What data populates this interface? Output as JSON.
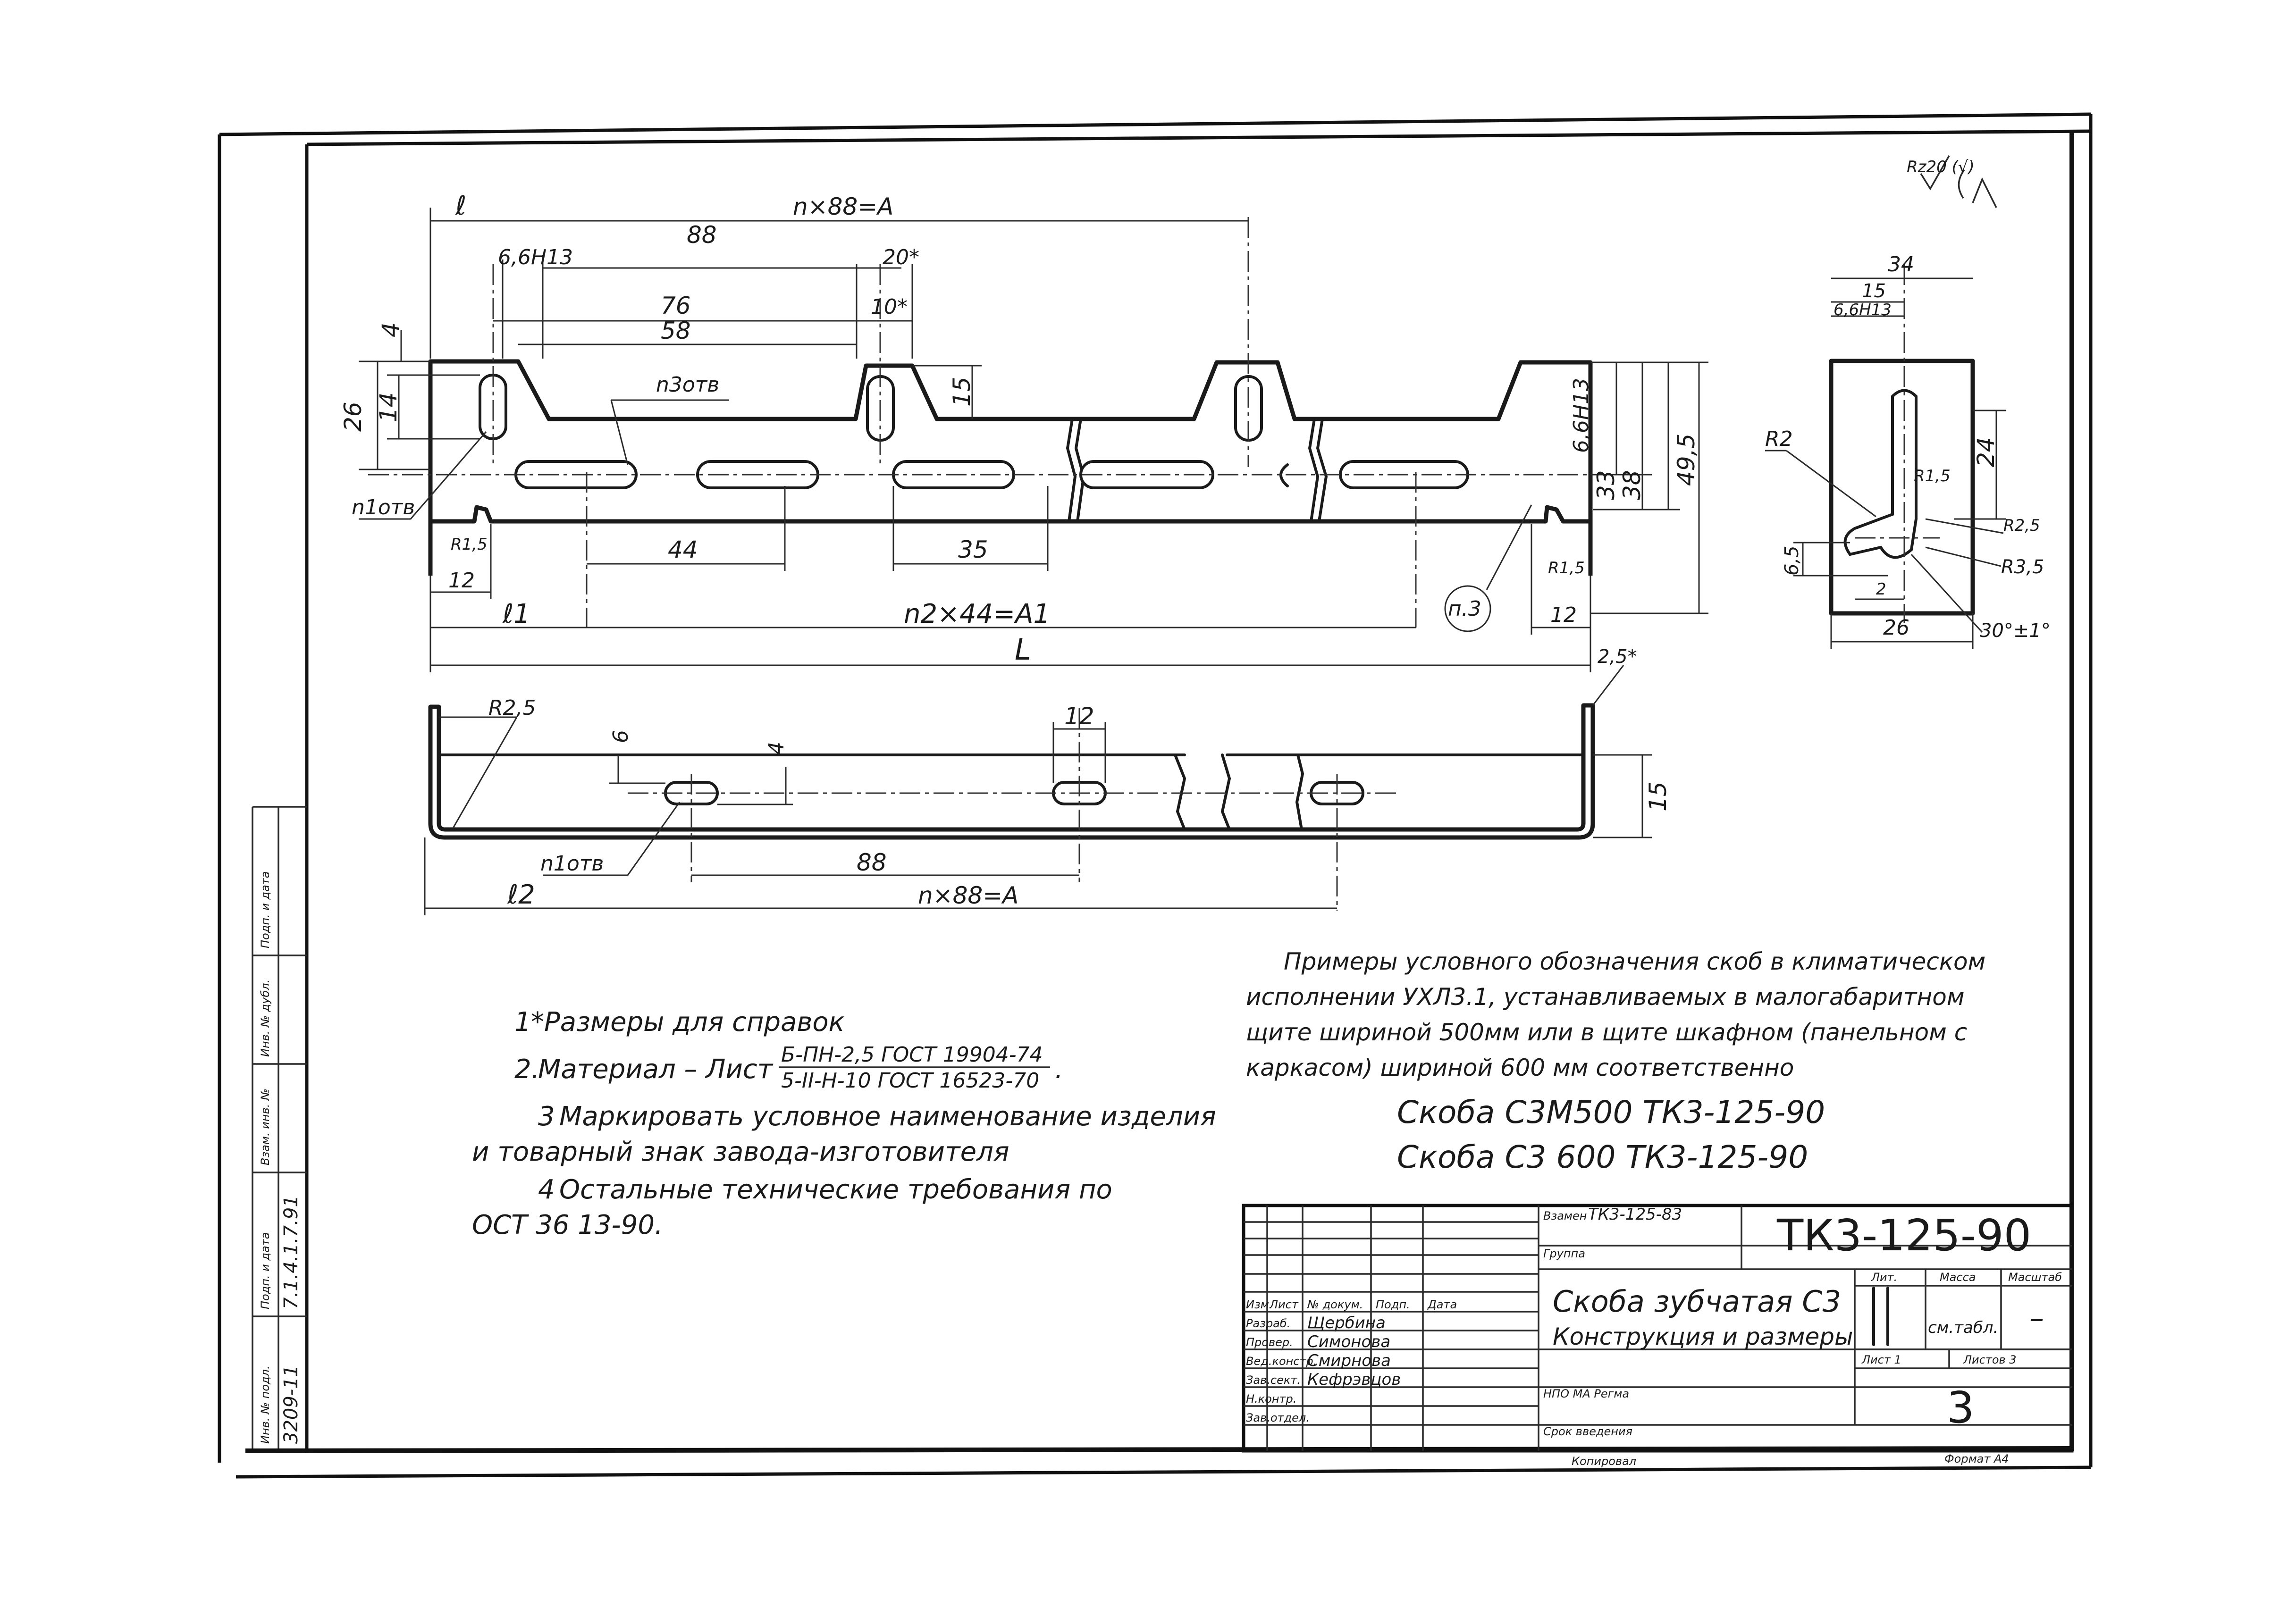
{
  "drawing": {
    "designation": "ТК3-125-90",
    "top_view": {
      "dims": {
        "l": "ℓ",
        "n88A": "n×88=A",
        "d88": "88",
        "hole": "6,6Н13",
        "d20": "20*",
        "d76": "76",
        "d10": "10*",
        "d58": "58",
        "d4": "4",
        "d14": "14",
        "d26": "26",
        "d15": "15",
        "d33": "33",
        "d38": "38",
        "d49": "49,5",
        "d44": "44",
        "d35": "35",
        "d12a": "12",
        "d12b": "12",
        "r15a": "R1,5",
        "r15b": "R1,5",
        "l1": "ℓ1",
        "n2_44": "n2×44=A1",
        "L": "L"
      },
      "leaders": {
        "n3": "n3отв",
        "n1": "n1отв",
        "p3": "п.3"
      }
    },
    "bottom_view": {
      "dims": {
        "r25": "R2,5",
        "d6": "6",
        "d4": "4",
        "d12": "12",
        "d25": "2,5*",
        "d15": "15",
        "d88": "88",
        "l2": "ℓ2",
        "n88A": "n×88=A"
      },
      "leaders": {
        "n1": "n1отв"
      }
    },
    "section": {
      "dims": {
        "d34": "34",
        "d15": "15",
        "hole": "6,6Н13",
        "r2": "R2",
        "r15": "R1,5",
        "r25": "R2,5",
        "r35": "R3,5",
        "d24": "24",
        "d65": "6,5",
        "d2": "2",
        "d26": "26",
        "angle": "30°±1°"
      }
    },
    "roughness": "Rz20 (√)",
    "notes": [
      {
        "num": "1",
        "text": "*Размеры для справок"
      },
      {
        "num": "2.",
        "text": "Материал – Лист",
        "frac_top": "Б-ПН-2,5 ГОСТ 19904-74",
        "frac_bottom": "5-II-Н-10 ГОСТ 16523-70",
        "tail": "."
      },
      {
        "num": "3",
        "text": "Маркировать условное наименование изделия",
        "cont": "и товарный знак завода-изготовителя"
      },
      {
        "num": "4",
        "text": "Остальные технические требования по",
        "cont": "ОСТ 36 13-90."
      }
    ],
    "examples": {
      "lines": [
        "Примеры условного обозначения скоб в климатическом",
        "исполнении УХЛ3.1, устанавливаемых в малогабаритном",
        "щите шириной 500мм или в щите шкафном (панельном с",
        "каркасом) шириной 600 мм соответственно"
      ],
      "items": [
        "Скоба С3М500 ТК3-125-90",
        "Скоба С3 600 ТК3-125-90"
      ]
    }
  },
  "title_block": {
    "vzamen_label": "Взамен",
    "vzamen_value": "ТК3-125-83",
    "gruppa_label": "Группа",
    "designation": "ТК3-125-90",
    "name_line1": "Скоба зубчатая С3",
    "name_line2": "Конструкция и размеры",
    "lit_label": "Лит.",
    "massa_label": "Масса",
    "masshtab_label": "Масштаб",
    "massa_value": "см.табл.",
    "masshtab_value": "–",
    "list_label": "Лист 1",
    "listov_label": "Листов 3",
    "sheets": "3",
    "org": "НПО МА Регма",
    "srok_label": "Срок введения",
    "footer_left": "Копировал",
    "footer_mid": "Формат А4",
    "rev_headers": [
      "Изм.",
      "Лист",
      "№ докум.",
      "Подп.",
      "Дата"
    ],
    "roles": [
      {
        "role": "Разраб.",
        "name": "Щербина"
      },
      {
        "role": "Провер.",
        "name": "Симонова"
      },
      {
        "role": "Вед.констр.",
        "name": "Смирнова"
      },
      {
        "role": "Зав.сект.",
        "name": "Кефрэвцов"
      },
      {
        "role": "Н.контр.",
        "name": ""
      },
      {
        "role": "Зав.отдел.",
        "name": ""
      }
    ]
  },
  "side_strip": {
    "labels": [
      "Инв. № подл.",
      "Подп. и дата",
      "Взам. инв. №",
      "Инв. № дубл.",
      "Подп. и дата"
    ],
    "inv_value": "3209-11",
    "date_value": "7.1.4.1.7.91"
  }
}
